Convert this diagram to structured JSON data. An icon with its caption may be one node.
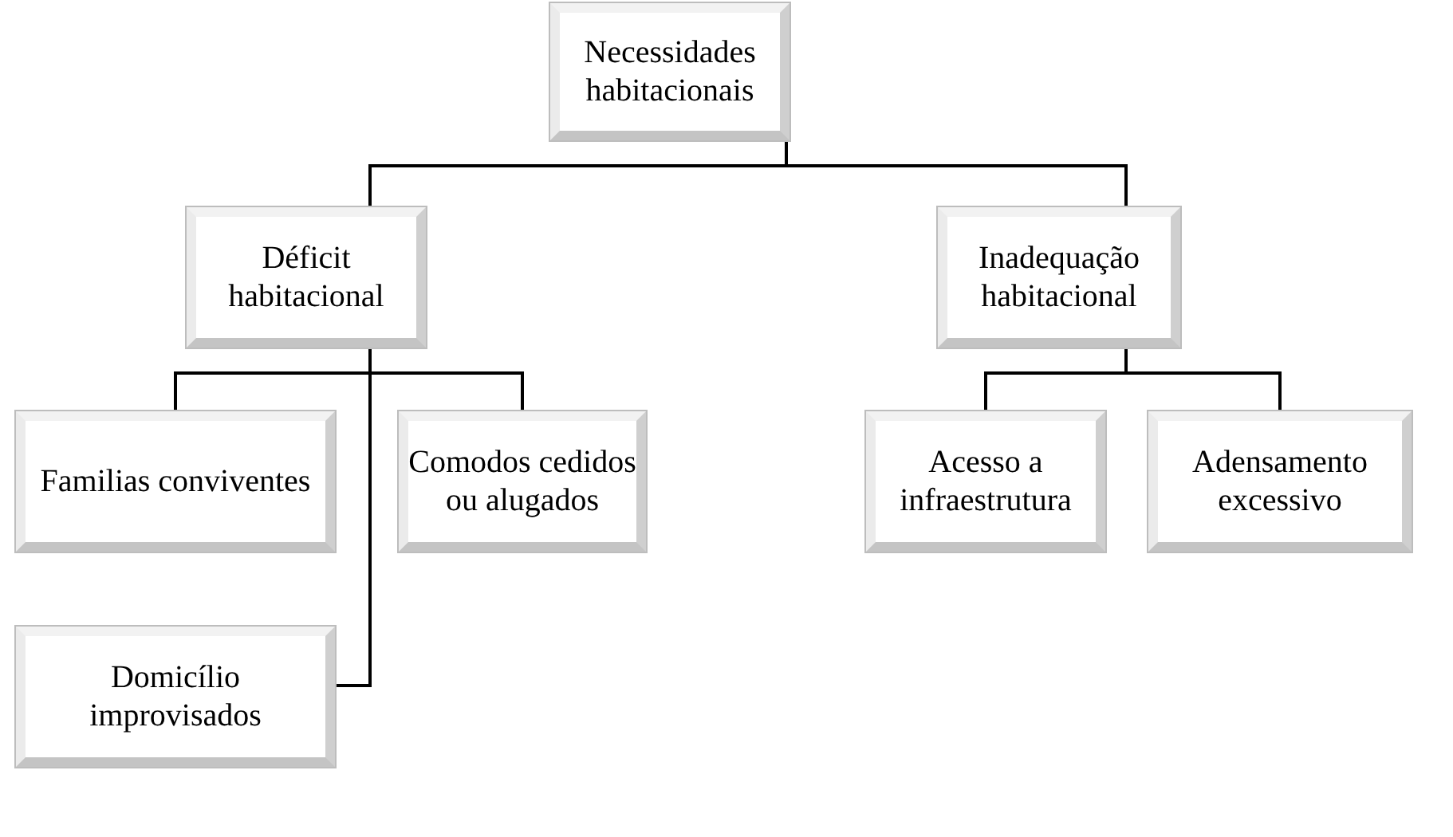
{
  "diagram": {
    "nodes": [
      {
        "text": [
          "Necessidades habitacionais"
        ]
      },
      {
        "text": [
          "Déficit habitacional"
        ]
      },
      {
        "text": [
          "Inadequação habitacional"
        ]
      },
      {
        "text": [
          "Familias conviventes"
        ]
      },
      {
        "text": [
          "Comodos cedidos ou alugados"
        ]
      },
      {
        "text": [
          "Domicílio improvisados"
        ]
      },
      {
        "text": [
          "Acesso a infraestrutura"
        ]
      },
      {
        "text": [
          "Adensamento excessivo"
        ]
      }
    ],
    "edges": [
      {
        "from": 0,
        "to": 1,
        "arrow": "none"
      },
      {
        "from": 0,
        "to": 2,
        "arrow": "none"
      },
      {
        "from": 1,
        "to": 3,
        "arrow": "none"
      },
      {
        "from": 1,
        "to": 4,
        "arrow": "none"
      },
      {
        "from": 1,
        "to": 5,
        "arrow": "none"
      },
      {
        "from": 2,
        "to": 6,
        "arrow": "none"
      },
      {
        "from": 2,
        "to": 7,
        "arrow": "none"
      }
    ]
  }
}
